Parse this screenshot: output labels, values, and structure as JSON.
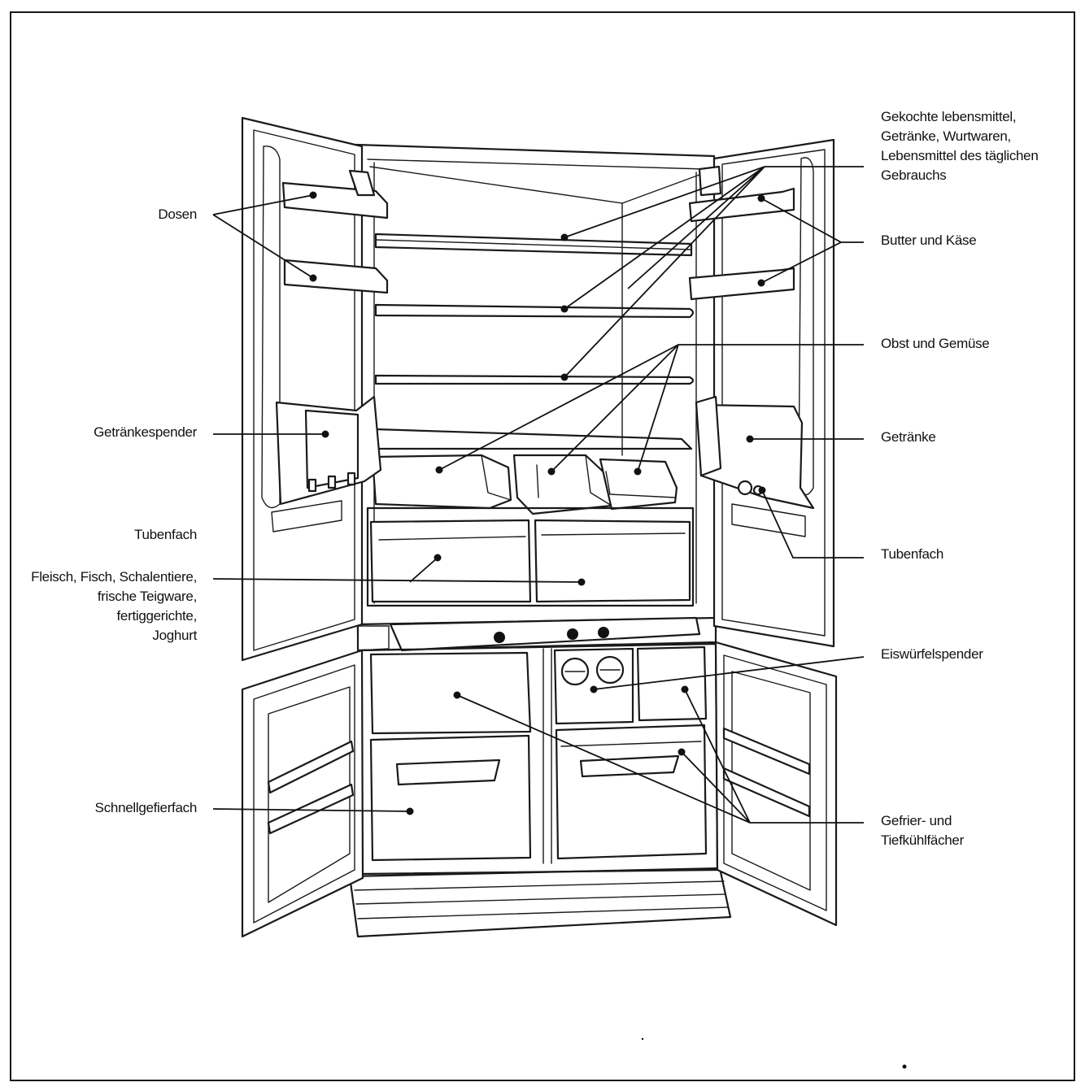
{
  "labels": {
    "dosen": "Dosen",
    "getraenkespender": "Getränkespender",
    "tubenfach_left": "Tubenfach",
    "fleisch": [
      "Fleisch, Fisch, Schalentiere,",
      "frische Teigware,",
      "fertiggerichte,",
      "Joghurt"
    ],
    "schnellgefrierfach": "Schnellgefierfach",
    "gekochte": [
      "Gekochte lebensmittel,",
      "Getränke, Wurtwaren,",
      "Lebensmittel des täglichen",
      "Gebrauchs"
    ],
    "butter": "Butter und Käse",
    "obst": "Obst und Gemüse",
    "getraenke": "Getränke",
    "tubenfach_right": "Tubenfach",
    "eiswuerfel": "Eiswürfelspender",
    "gefrier": [
      "Gefrier- und",
      "Tiefkühlfächer"
    ]
  },
  "colors": {
    "ink": "#111111",
    "paper": "#ffffff"
  }
}
